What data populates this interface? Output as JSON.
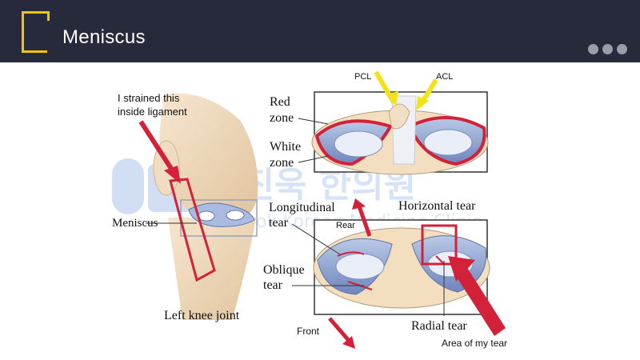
{
  "header": {
    "title": "Meniscus"
  },
  "figure": {
    "note": "I strained this\ninside ligament",
    "meniscus": "Meniscus",
    "left_knee": "Left knee joint",
    "pcl": "PCL",
    "acl": "ACL",
    "red_zone": "Red\nzone",
    "white_zone": "White\nzone",
    "longitudinal": "Longitudinal\ntear",
    "rear": "Rear",
    "horizontal": "Horizontal tear",
    "oblique": "Oblique\ntear",
    "front": "Front",
    "radial": "Radial tear",
    "area": "Area of my tear",
    "watermark_kr": "이진욱 한의원",
    "watermark_en": "Jinwook Korean Medicine Clinic"
  },
  "colors": {
    "header_bg": "#262a3b",
    "accent": "#f1c40f",
    "tear_red": "#d4213a"
  }
}
